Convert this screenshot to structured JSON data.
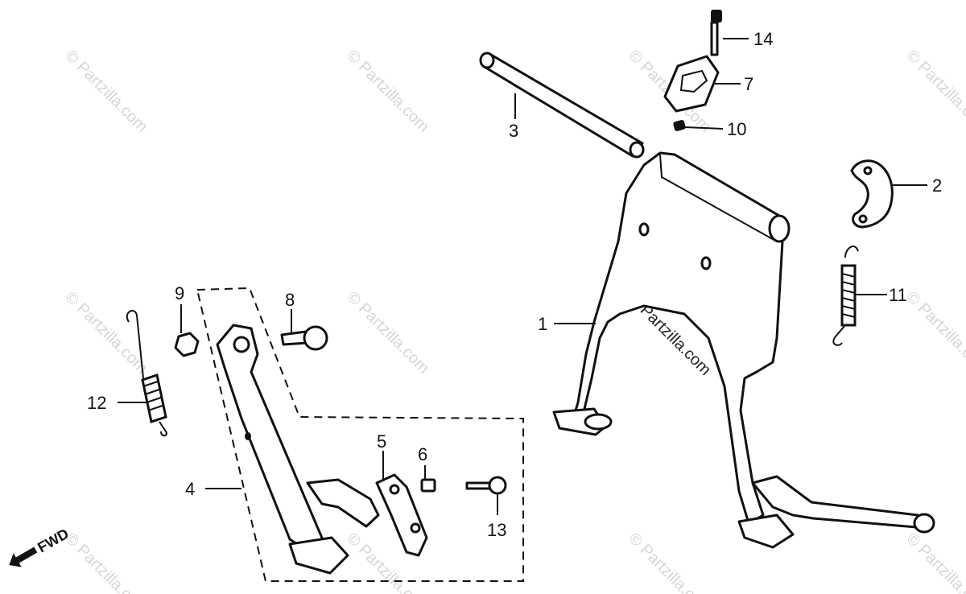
{
  "callouts": [
    "1",
    "2",
    "3",
    "4",
    "5",
    "6",
    "7",
    "8",
    "9",
    "10",
    "11",
    "12",
    "13",
    "14"
  ],
  "fwd_label": "FWD",
  "watermark": "© Partzilla.com",
  "colors": {
    "ink": "#111111",
    "watermark": "#d6d6d6",
    "background": "#ffffff"
  },
  "parts": [
    "main-stand",
    "stopper-plate",
    "stand-pivot-shaft",
    "side-stand-assembly",
    "side-stand-switch-bracket",
    "nut",
    "stopper-rubber",
    "pivot-bolt",
    "side-stand-nut",
    "stopper-nut",
    "main-stand-spring",
    "side-stand-spring",
    "switch-bolt",
    "stopper-bolt"
  ]
}
